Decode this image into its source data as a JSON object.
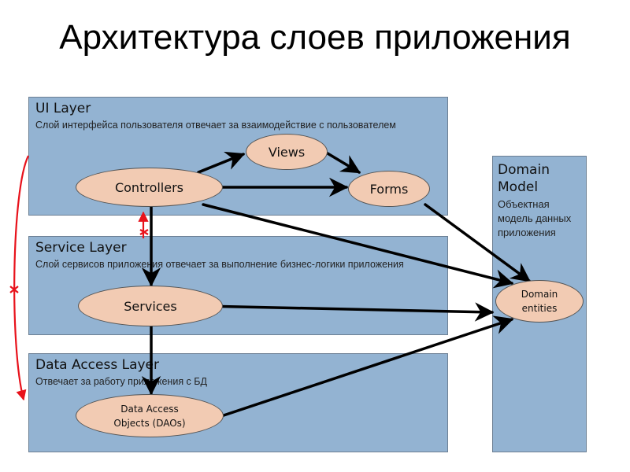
{
  "title": "Архитектура слоев приложения",
  "layers": {
    "ui": {
      "name": "UI Layer",
      "description": "Слой интерфейса пользователя отвечает за взаимодействие с пользователем"
    },
    "service": {
      "name": "Service Layer",
      "description": "Слой сервисов приложения отвечает за выполнение бизнес-логики приложения"
    },
    "data": {
      "name": "Data Access Layer",
      "description": "Отвечает за работу приложения с БД"
    },
    "domain": {
      "name": "Domain Model",
      "description": "Объектная модель данных приложения"
    }
  },
  "nodes": {
    "controllers": "Controllers",
    "views": "Views",
    "forms": "Forms",
    "services": "Services",
    "daos": "Data Access Objects (DAOs)",
    "entities": "Domain entities"
  },
  "connections": [
    {
      "from": "controllers",
      "to": "views"
    },
    {
      "from": "controllers",
      "to": "forms"
    },
    {
      "from": "views",
      "to": "forms"
    },
    {
      "from": "controllers",
      "to": "entities"
    },
    {
      "from": "forms",
      "to": "entities"
    },
    {
      "from": "controllers",
      "to": "services"
    },
    {
      "from": "services",
      "to": "entities"
    },
    {
      "from": "services",
      "to": "daos"
    },
    {
      "from": "daos",
      "to": "entities"
    }
  ],
  "forbidden_connections": [
    {
      "from": "services",
      "to": "controllers"
    },
    {
      "from": "ui-layer",
      "to": "data-access-layer"
    }
  ],
  "colors": {
    "layer_fill": "#93b3d2",
    "node_fill": "#f2cbb3",
    "arrow": "#000000",
    "forbidden": "#e8121b"
  }
}
